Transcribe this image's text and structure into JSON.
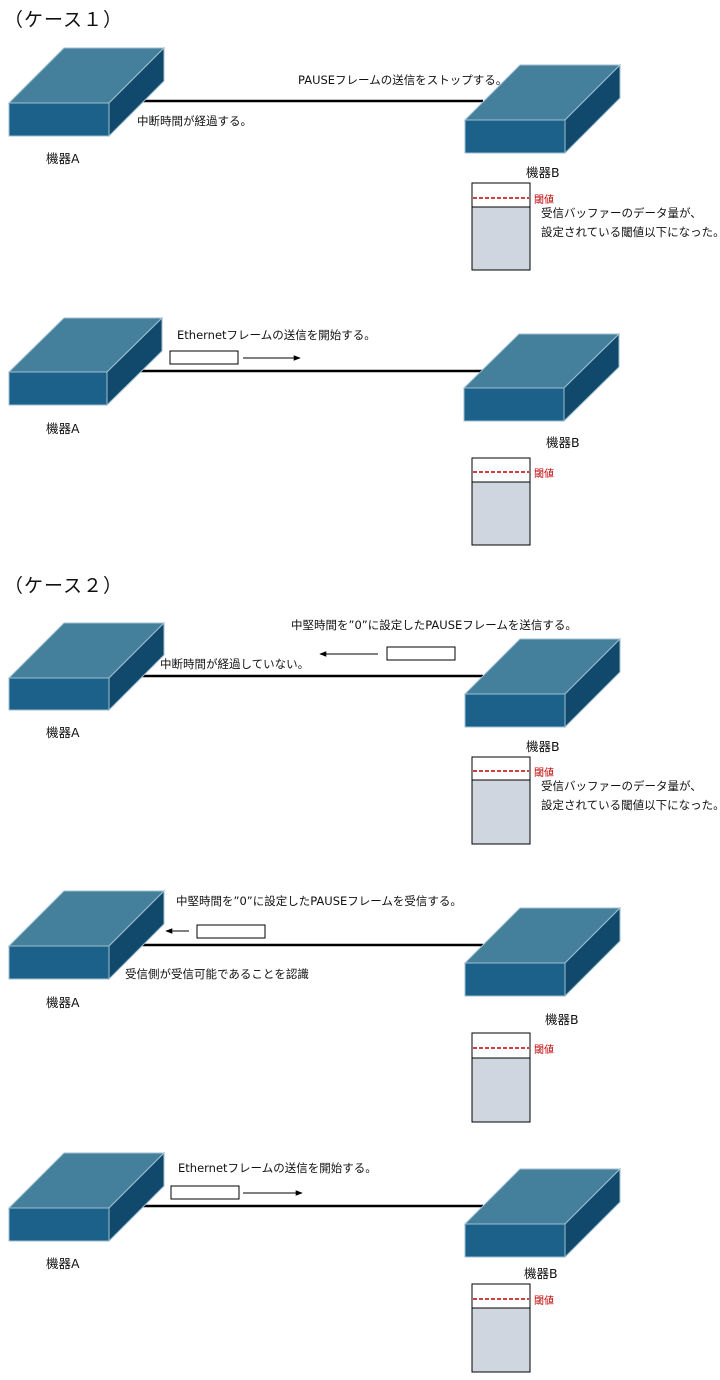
{
  "colors": {
    "device_top": "#447f9c",
    "device_front": "#1b6189",
    "device_side": "#10496b",
    "device_edge": "#9fbfcf",
    "buffer_fill": "#cfd6df",
    "threshold": "#c00000",
    "cable": "#000000"
  },
  "icons": {
    "device": "network-switch-icon",
    "frame": "frame-rectangle-icon",
    "buffer": "receive-buffer-icon"
  },
  "case1": {
    "heading": "（ケース１）",
    "panel1": {
      "device_a": "機器A",
      "device_b": "機器B",
      "caption_b": "PAUSEフレームの送信をストップする。",
      "caption_a": "中断時間が経過する。",
      "threshold_label": "閾値",
      "note_line1": "受信バッファーのデータ量が、",
      "note_line2": "設定されている閾値以下になった。"
    },
    "panel2": {
      "device_a": "機器A",
      "device_b": "機器B",
      "caption": "Ethernetフレームの送信を開始する。",
      "threshold_label": "閾値"
    }
  },
  "case2": {
    "heading": "（ケース２）",
    "panel1": {
      "device_a": "機器A",
      "device_b": "機器B",
      "caption_b": "中堅時間を”0”に設定したPAUSEフレームを送信する。",
      "caption_a": "中断時間が経過していない。",
      "threshold_label": "閾値",
      "note_line1": "受信バッファーのデータ量が、",
      "note_line2": "設定されている閾値以下になった。"
    },
    "panel2": {
      "device_a": "機器A",
      "device_b": "機器B",
      "caption": "中堅時間を”0”に設定したPAUSEフレームを受信する。",
      "caption_a": "受信側が受信可能であることを認識",
      "threshold_label": "閾値"
    },
    "panel3": {
      "device_a": "機器A",
      "device_b": "機器B",
      "caption": "Ethernetフレームの送信を開始する。",
      "threshold_label": "閾値"
    }
  }
}
